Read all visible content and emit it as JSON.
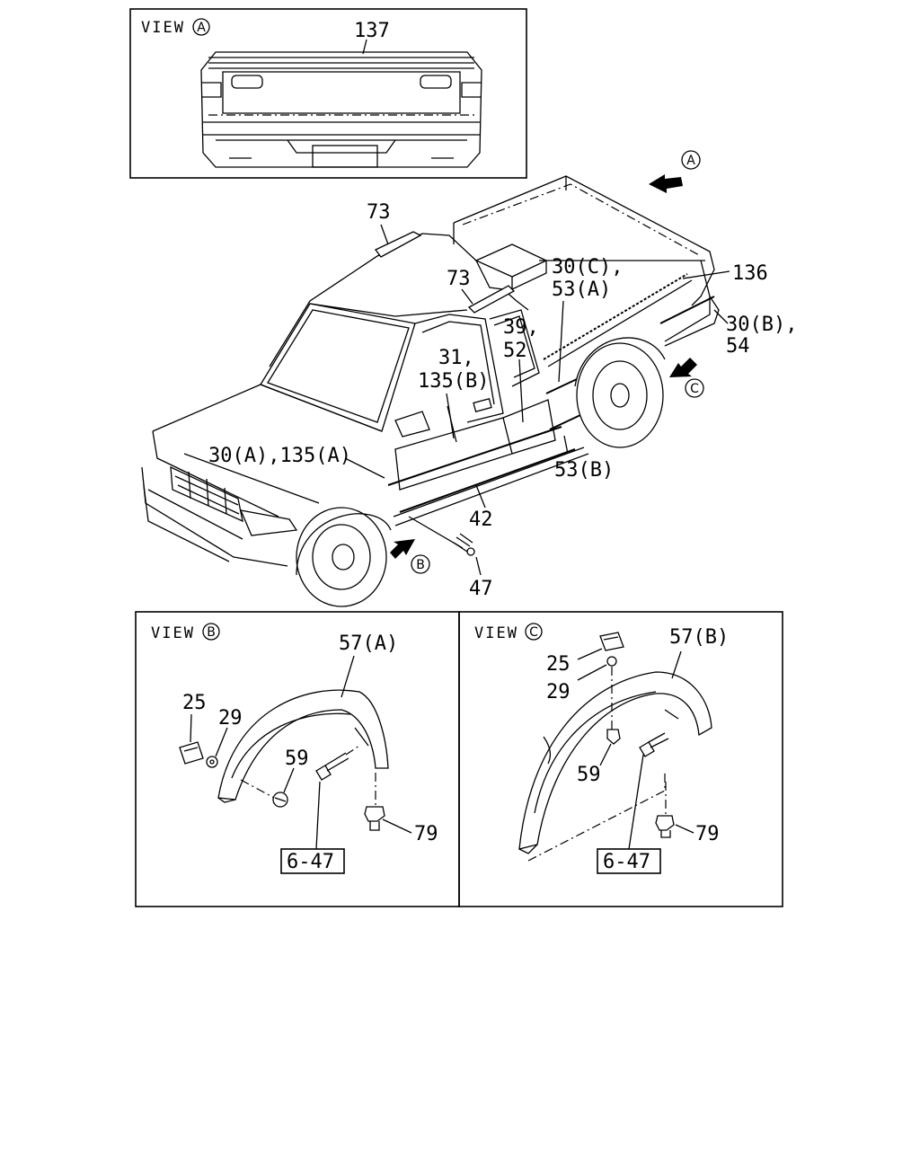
{
  "views": {
    "a": {
      "word": "VIEW",
      "letter": "A"
    },
    "b": {
      "word": "VIEW",
      "letter": "B"
    },
    "c": {
      "word": "VIEW",
      "letter": "C"
    }
  },
  "arrows": {
    "a": "A",
    "b": "B",
    "c": "C"
  },
  "labels": {
    "p137": "137",
    "p73_roof": "73",
    "p73_cab": "73",
    "p30c": "30(C),",
    "p53a": "53(A)",
    "p136": "136",
    "p30b": "30(B),",
    "p54": "54",
    "p39": "39,",
    "p52": "52",
    "p31": "31,",
    "p135b": "135(B)",
    "p30a135a": "30(A),135(A)",
    "p53b": "53(B)",
    "p42": "42",
    "p47": "47",
    "b_57a": "57(A)",
    "b_25": "25",
    "b_29": "29",
    "b_59": "59",
    "b_79": "79",
    "b_ref": "6-47",
    "c_57b": "57(B)",
    "c_25": "25",
    "c_29": "29",
    "c_59": "59",
    "c_79": "79",
    "c_ref": "6-47"
  }
}
